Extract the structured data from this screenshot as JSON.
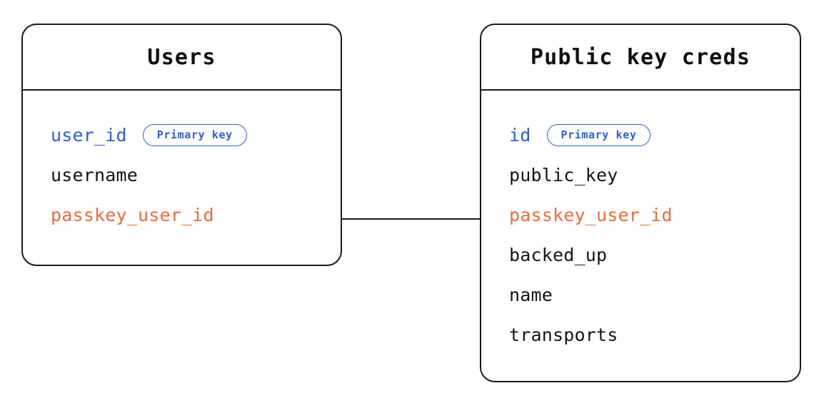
{
  "diagram": {
    "type": "entity-relationship-diagram",
    "background_color": "#ffffff",
    "colors": {
      "border": "#1a1a1a",
      "text": "#141414",
      "primary_key": "#2b5fd9",
      "foreign_key": "#ee6b3b",
      "badge_border": "#2b5fd9"
    },
    "relationship": {
      "name": "users-to-public-key-creds-link",
      "from_entity": "Users",
      "from_field": "passkey_user_id",
      "to_entity": "Public key creds",
      "to_field": "passkey_user_id",
      "style": "solid-line"
    }
  },
  "entities": [
    {
      "id": "users",
      "title": "Users",
      "fields": [
        {
          "name": "user_id",
          "role": "key",
          "badge": "Primary key"
        },
        {
          "name": "username",
          "role": "plain",
          "badge": null
        },
        {
          "name": "passkey_user_id",
          "role": "fkey",
          "badge": null
        }
      ]
    },
    {
      "id": "public-key-creds",
      "title": "Public key creds",
      "fields": [
        {
          "name": "id",
          "role": "key",
          "badge": "Primary key"
        },
        {
          "name": "public_key",
          "role": "plain",
          "badge": null
        },
        {
          "name": "passkey_user_id",
          "role": "fkey",
          "badge": null
        },
        {
          "name": "backed_up",
          "role": "plain",
          "badge": null
        },
        {
          "name": "name",
          "role": "plain",
          "badge": null
        },
        {
          "name": "transports",
          "role": "plain",
          "badge": null
        }
      ]
    }
  ]
}
